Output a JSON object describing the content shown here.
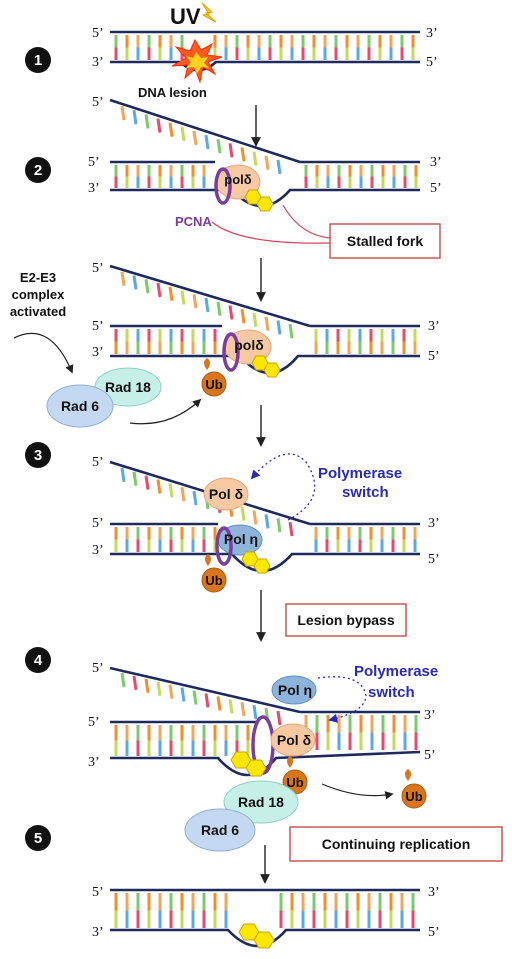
{
  "labels": {
    "uv": "UV",
    "dna_lesion": "DNA lesion",
    "pol_delta_1": "polδ",
    "pcna": "PCNA",
    "e2e3_line1": "E2-E3",
    "e2e3_line2": "complex",
    "e2e3_line3": "activated",
    "rad18": "Rad 18",
    "rad6": "Rad 6",
    "pol_delta_2": "polδ",
    "ub": "Ub",
    "pol_delta_3": "Pol δ",
    "pol_eta_3": "Pol η",
    "switch_a_line1": "Polymerase",
    "switch_a_line2": "switch",
    "pol_eta_4": "Pol η",
    "pol_delta_4": "Pol δ",
    "switch_b_line1": "Polymerase",
    "switch_b_line2": "switch",
    "five_prime": "5’",
    "three_prime": "3’"
  },
  "boxes": {
    "stalled": "Stalled fork",
    "bypass": "Lesion bypass",
    "continuing": "Continuing replication"
  },
  "steps": [
    "1",
    "2",
    "3",
    "4",
    "5"
  ],
  "colors": {
    "backbone": "#1f2a5c",
    "pcna": "#7a3d9a",
    "pol_delta": "#f6c9a2",
    "pol_eta": "#8fb4dc",
    "ub": "#d9751b",
    "rad18": "#c6efe8",
    "rad6": "#c4d8f2",
    "lesion": "#ffd84a",
    "box_border": "#c0504d",
    "switch_text": "#2a2ab8",
    "bases": [
      "#f28e2b",
      "#e84a6a",
      "#7ec86e",
      "#5aa9e6",
      "#f2a65a",
      "#c6d95a"
    ]
  }
}
